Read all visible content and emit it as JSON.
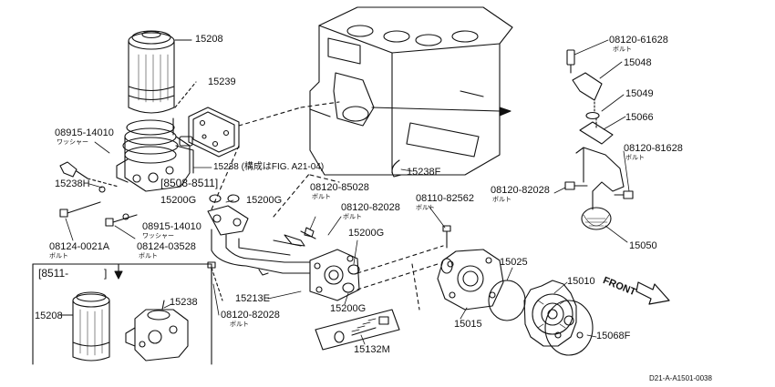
{
  "labels": {
    "p15208": "15208",
    "p15239": "15239",
    "p08915_14010_a": "08915-14010",
    "washer_a": "ワッシャー",
    "p15238_note": "15238 (構成はFIG. A21-04)",
    "p15238H": "15238H",
    "serial_a": "[8508-8511]",
    "p15200G_a": "15200G",
    "p15200G_b": "15200G",
    "p08915_14010_b": "08915-14010",
    "washer_b": "ワッシャー",
    "p08124_0021A": "08124-0021A",
    "bolt_a": "ボルト",
    "p08124_03528": "08124-03528",
    "bolt_b": "ボルト",
    "p08120_85028": "08120-85028",
    "bolt_c": "ボルト",
    "p08120_82028_a": "08120-82028",
    "bolt_d": "ボルト",
    "p15200G_c": "15200G",
    "p08110_82562": "08110-82562",
    "bolt_e": "ボルト",
    "p15238F": "15238F",
    "p08120_61628": "08120-61628",
    "bolt_f": "ボルト",
    "p15048": "15048",
    "p15049": "15049",
    "p15066": "15066",
    "p08120_81628": "08120-81628",
    "bolt_g": "ボルト",
    "p08120_82028_b": "08120-82028",
    "bolt_h": "ボルト",
    "p15050": "15050",
    "serial_b": "[8511-",
    "serial_b_close": "]",
    "p15208_b": "15208",
    "p15238_b": "15238",
    "p15213E": "15213E",
    "p08120_82028_c": "08120-82028",
    "bolt_i": "ボルト",
    "p15200G_d": "15200G",
    "p15132M": "15132M",
    "p15015": "15015",
    "p15025": "15025",
    "p15010": "15010",
    "p15068F": "15068F",
    "front": "FRONT",
    "code": "D21-A-A1501-0038"
  }
}
